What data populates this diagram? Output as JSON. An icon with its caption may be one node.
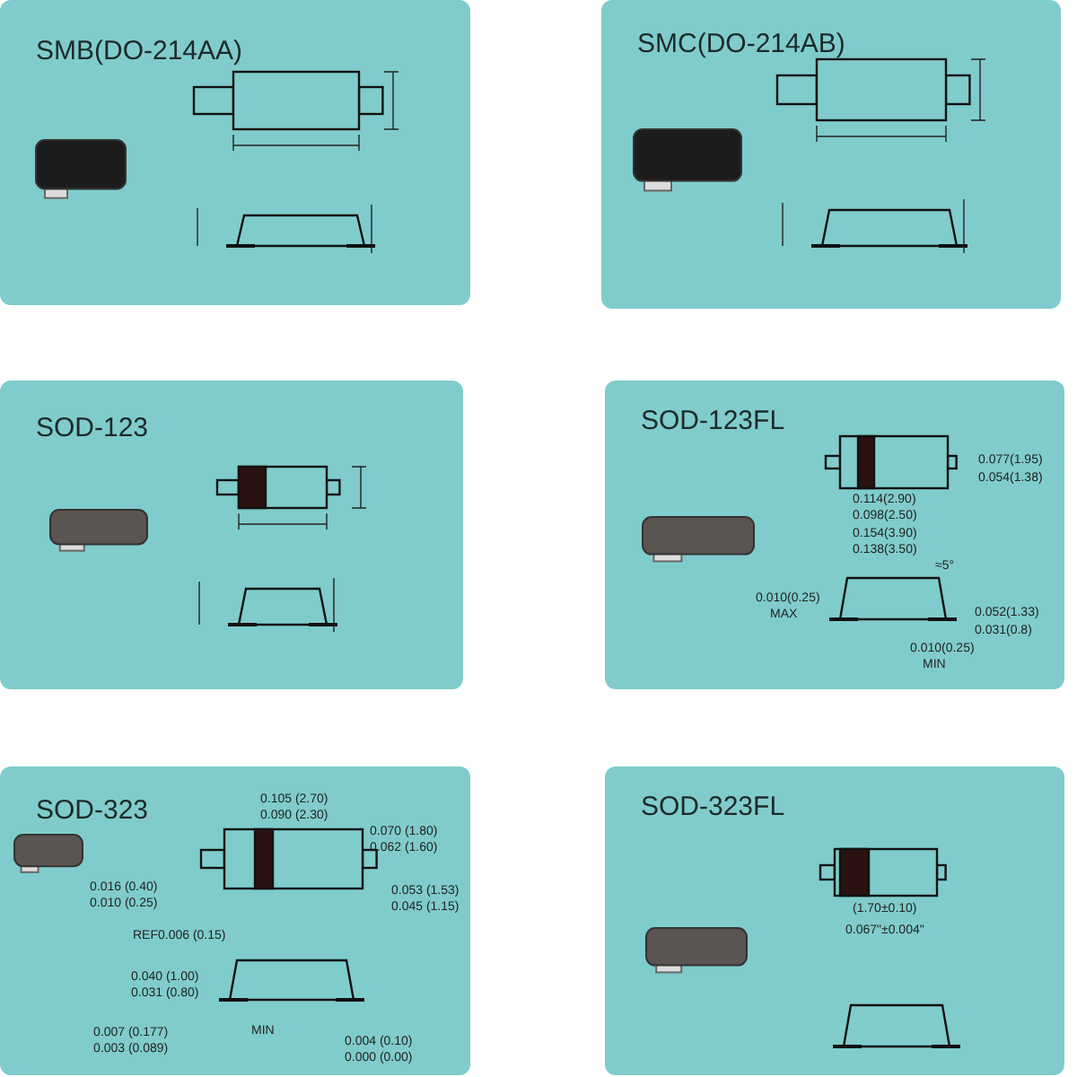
{
  "diagram": {
    "nodes": [
      {
        "text": [
          "SMB(DO-214AA)"
        ]
      },
      {
        "text": [
          "SMC(DO-214AB)"
        ]
      },
      {
        "text": [
          "SOD-123"
        ]
      },
      {
        "text": [
          "SOD-123FL"
        ]
      },
      {
        "text": [
          "SOD-323"
        ]
      },
      {
        "text": [
          "SOD-323FL"
        ]
      }
    ],
    "labels": [
      "0.077(1.95)",
      "0.054(1.38)",
      "0.114(2.90)",
      "0.098(2.50)",
      "0.154(3.90)",
      "0.138(3.50)",
      "0.010(0.25)",
      "MAX",
      "≈5°",
      "0.052(1.33)",
      "0.031(0.8)",
      "0.010(0.25)",
      "MIN",
      "0.105 (2.70)",
      "0.090 (2.30)",
      "0.070 (1.80)",
      "0.062 (1.60)",
      "0.016 (0.40)",
      "0.010 (0.25)",
      "0.053 (1.53)",
      "0.045 (1.15)",
      "REF0.006 (0.15)",
      "0.040 (1.00)",
      "0.031 (0.80)",
      "0.007 (0.177)",
      "0.003 (0.089)",
      "MIN",
      "0.004 (0.10)",
      "0.000 (0.00)",
      "(1.70±0.10)",
      "0.067\"±0.004\""
    ]
  }
}
